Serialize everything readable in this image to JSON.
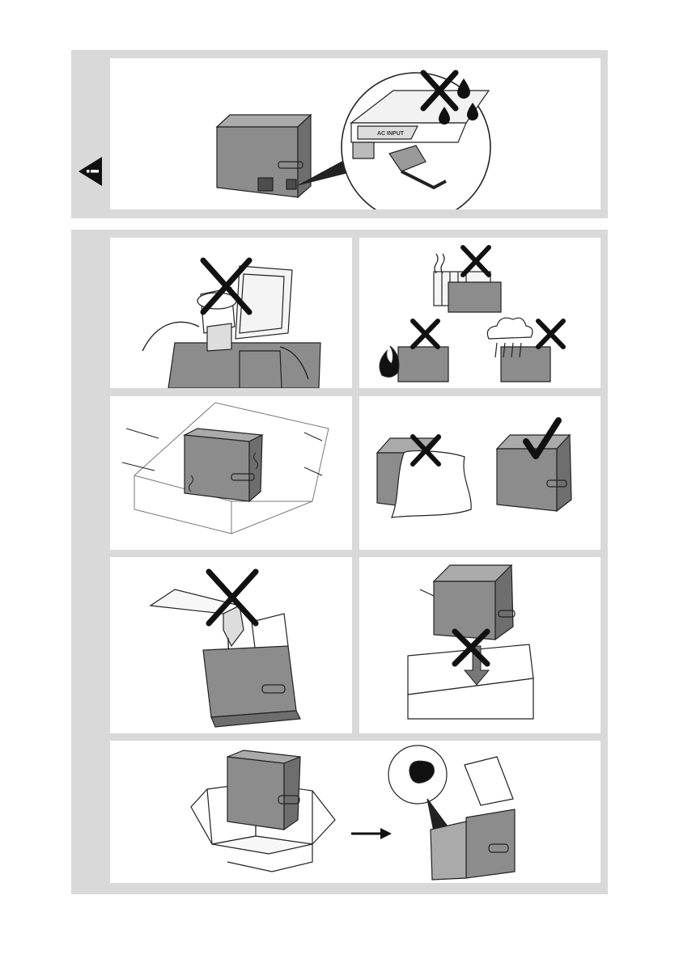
{
  "warning_block": {
    "icon": "warning-triangle-icon",
    "panel": {
      "device_label": "AC INPUT",
      "prohibitions": [
        "no-water-icon"
      ]
    }
  },
  "instructions_block": {
    "panels": [
      {
        "id": "no-coffee-machine-on-lid",
        "mark": "cross"
      },
      {
        "id": "no-heat-fire-rain",
        "marks": [
          "cross",
          "cross",
          "cross"
        ]
      },
      {
        "id": "ventilation-clearance",
        "mark": "none"
      },
      {
        "id": "do-not-cover",
        "marks": [
          "cross",
          "check"
        ]
      },
      {
        "id": "no-liquid-inside",
        "mark": "cross"
      },
      {
        "id": "no-immersion-in-water",
        "mark": "cross"
      },
      {
        "id": "unpack-and-clean-interior",
        "mark": "arrow"
      }
    ]
  },
  "colors": {
    "frame_gray": "#d9d9d9",
    "device_fill": "#8c8c8c",
    "device_dark": "#4d4d4d",
    "line": "#222222"
  }
}
